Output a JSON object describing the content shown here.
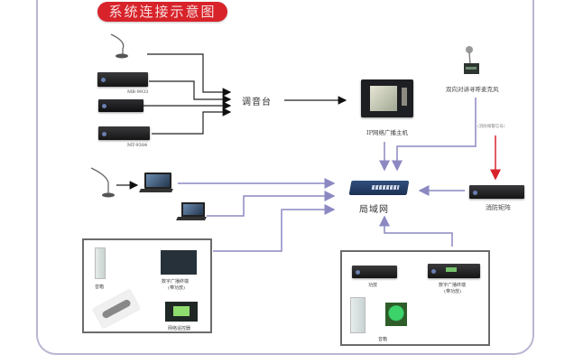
{
  "title": "系统连接示意图",
  "colors": {
    "title_bg": "#d8232a",
    "network_line": "#9a97c9",
    "audio_line": "#222222",
    "fire_line": "#d8232a",
    "frame": "#b9b6d3"
  },
  "nodes": {
    "mixer": {
      "label": "调音台"
    },
    "ip_host": {
      "label": "IP网络广播主机"
    },
    "intercom_mic": {
      "label": "双向对讲寻呼麦克风"
    },
    "fire_signal": {
      "label": "(消防報警信号)"
    },
    "fire_matrix": {
      "label": "消防矩阵"
    },
    "lan": {
      "label": "局域网"
    },
    "source_1": {
      "label": "MB-9933"
    },
    "source_3": {
      "label": "MT-9384"
    },
    "left_group": {
      "speaker_label": "音箱",
      "terminal_label": "数字广播终端",
      "terminal_sub": "(带功放)",
      "controller_label": "网络遥控器"
    },
    "right_group": {
      "amp_label": "功放",
      "terminal_label": "数字广播终端",
      "terminal_sub": "(带功放)",
      "speaker_label": "音箱"
    }
  },
  "icons": [
    "gooseneck-microphone-icon",
    "rack-device-icon",
    "laptop-icon",
    "network-switch-icon",
    "wall-speaker-icon",
    "remote-control-icon",
    "lawn-speaker-icon",
    "control-panel-icon"
  ]
}
